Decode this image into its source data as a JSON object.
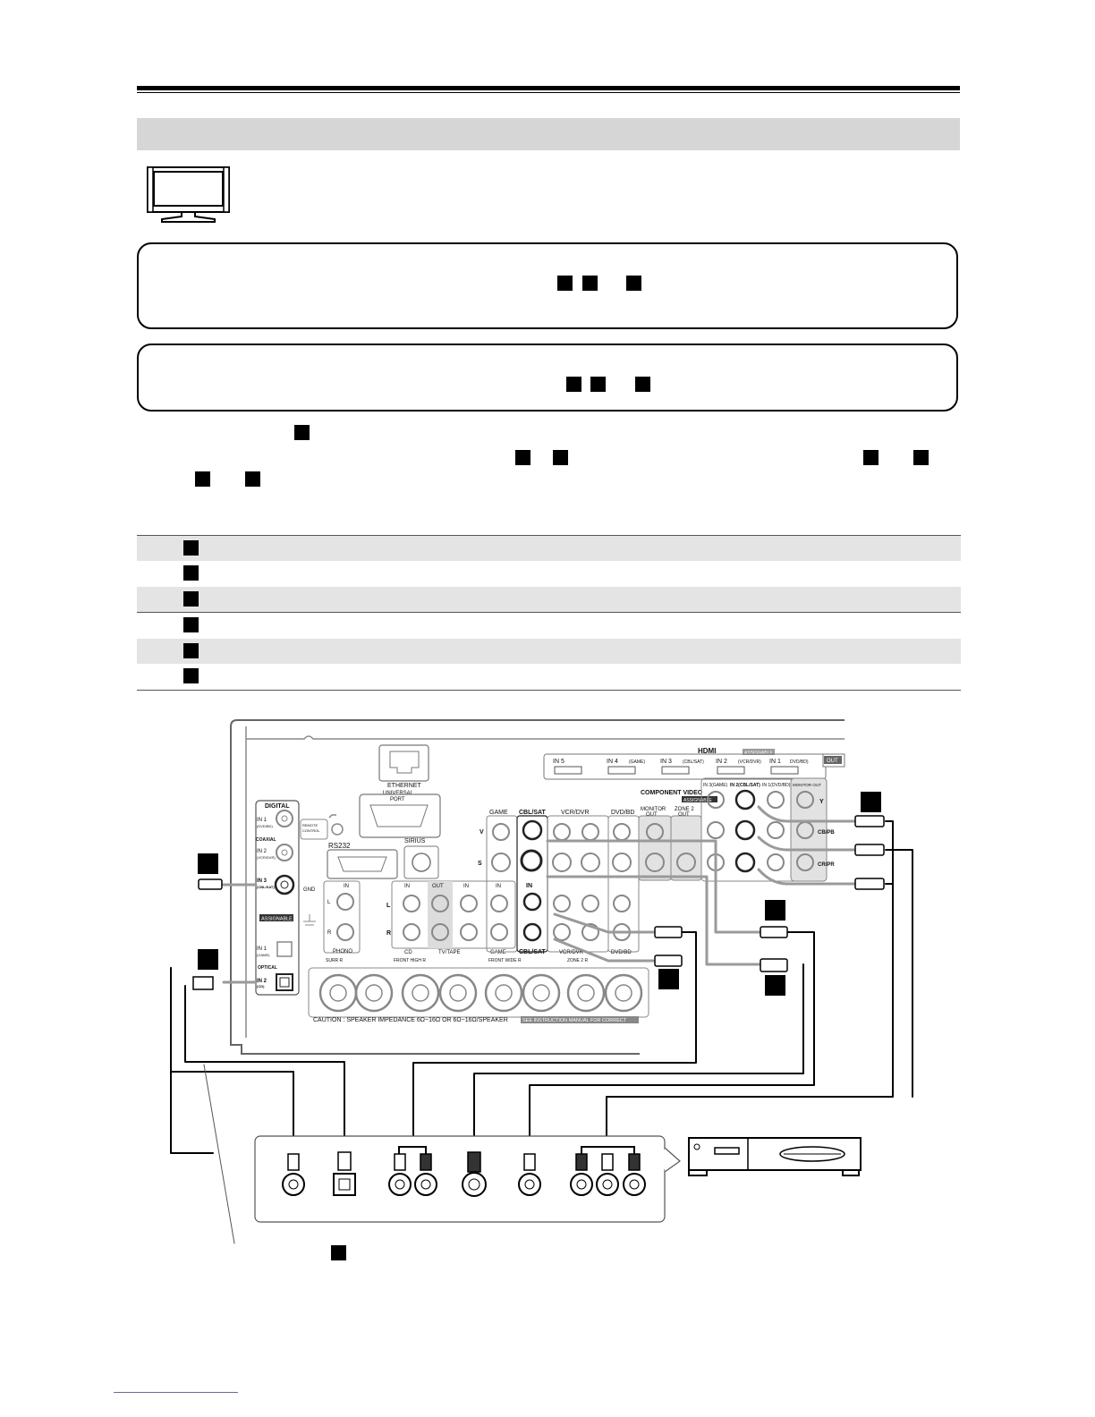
{
  "colors": {
    "band": "#d6d6d6",
    "row_shade": "#e4e4e4",
    "cable": "#9a9a9a",
    "rule": "#000000"
  },
  "icons": {
    "tv": "flat-tv-icon",
    "device": "set-top-box-icon"
  },
  "panel": {
    "hdmi": {
      "title": "HDMI",
      "assignable": "ASSIGNABLE",
      "inputs": [
        "IN 5",
        "IN 4",
        "IN 3",
        "IN 2",
        "IN 1"
      ],
      "sub": [
        "",
        "(GAME)",
        "(CBL/SAT)",
        "(VCR/DVR)",
        "DVD/BD)"
      ],
      "out": "OUT"
    },
    "ethernet": "ETHERNET",
    "universal_port": [
      "UNIVERSAL",
      "PORT"
    ],
    "digital": "DIGITAL",
    "coaxial": "COAXIAL",
    "optical": "OPTICAL",
    "assignable": "ASSIGNABLE",
    "digital_inputs": [
      "IN 1",
      "IN 2",
      "IN 3",
      "IN 1",
      "IN 2"
    ],
    "digital_sub": [
      "(DVD/BD)",
      "(VCR/DVR)",
      "(CBL/SAT)",
      "(GAME)",
      "(CD)"
    ],
    "remote": [
      "REMOTE",
      "CONTROL"
    ],
    "rs232": "RS232",
    "sirius": "SIRIUS",
    "gnd": "GND",
    "phono": "PHONO",
    "phono_in": "IN",
    "lr": [
      "L",
      "R"
    ],
    "vs": [
      "V",
      "S"
    ],
    "video_headers": [
      "GAME",
      "CBL/SAT",
      "VCR/DVR",
      "DVD/BD"
    ],
    "in_label": "IN",
    "cbl_sat_bottom": "CBL/SAT",
    "tv_tape": "TV/TAPE",
    "tv_tape_sub": [
      "IN",
      "OUT",
      "IN"
    ],
    "cd": "CD",
    "game_bottom": "GAME",
    "vcr_dvr_bottom": "VCR/DVR",
    "dvd_bd_bottom": "DVD/BD",
    "monitor_out": [
      "MONITOR",
      "OUT"
    ],
    "zone2_out": [
      "ZONE 2",
      "OUT"
    ],
    "component_video": "COMPONENT VIDEO",
    "component_assignable": "ASSIGNABLE",
    "component_inputs": [
      "IN 3(GAME)",
      "IN 2(CBL/SAT)",
      "IN 1(DVD/BD)",
      "MONITOR OUT"
    ],
    "component_labels": [
      "Y",
      "CB/PB",
      "CR/PR"
    ],
    "speaker_labels": [
      "SURR R",
      "FRONT HIGH R",
      "FRONT WIDE R",
      "ZONE 2 R"
    ],
    "caution": "CAUTION : SPEAKER IMPEDANCE  6Ω~16Ω OR 6Ω~16Ω/SPEAKER",
    "caution_box": "SEE INSTRUCTION MANUAL FOR CORRECT",
    "zone2_bottom": "ZONE 2 R"
  }
}
